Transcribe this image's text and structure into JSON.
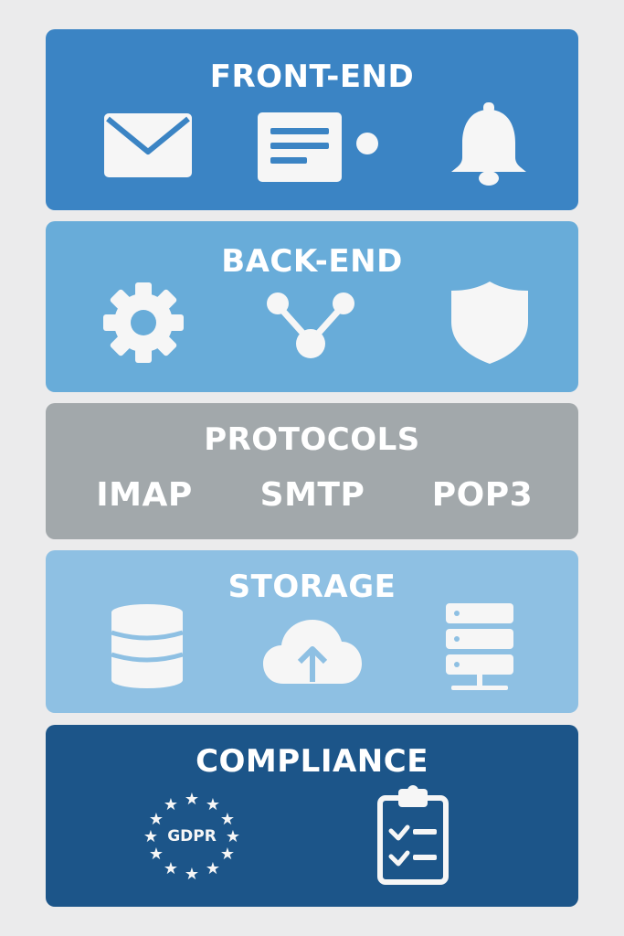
{
  "layers": [
    {
      "title": "FRONT-END",
      "color": "#3b84c4",
      "icons": [
        "envelope-icon",
        "message-form-icon",
        "bell-icon"
      ]
    },
    {
      "title": "BACK-END",
      "color": "#68acd9",
      "icons": [
        "gear-icon",
        "network-nodes-icon",
        "shield-icon"
      ]
    },
    {
      "title": "PROTOCOLS",
      "color": "#a2a8ab",
      "items": [
        "IMAP",
        "SMTP",
        "POP3"
      ]
    },
    {
      "title": "STORAGE",
      "color": "#8ec0e3",
      "icons": [
        "database-icon",
        "cloud-upload-icon",
        "server-rack-icon"
      ]
    },
    {
      "title": "COMPLIANCE",
      "color": "#1c5589",
      "icons": [
        "gdpr-stars-icon",
        "clipboard-checklist-icon"
      ],
      "badge_text": "GDPR"
    }
  ],
  "background": "#ebebec",
  "icon_color": "#f6f6f6"
}
